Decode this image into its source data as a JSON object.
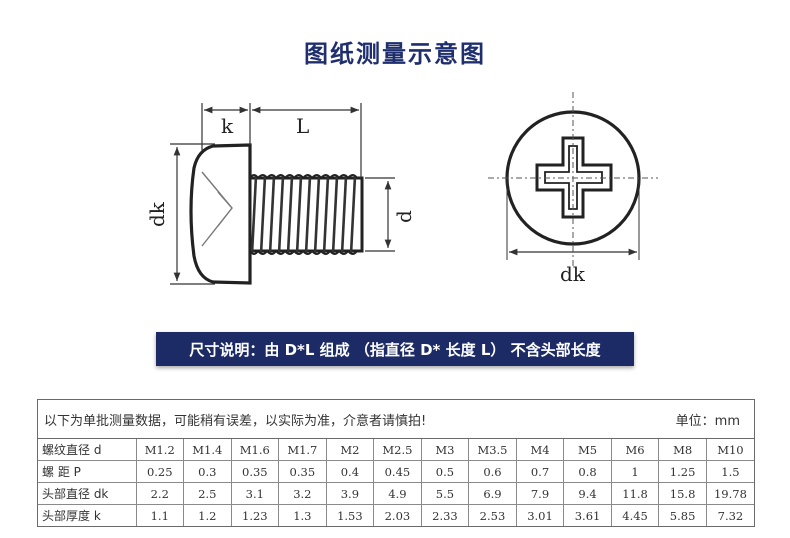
{
  "title": "图纸测量示意图",
  "labels": {
    "k": "k",
    "L": "L",
    "dk_left": "dk",
    "d": "d",
    "dk_right": "dk"
  },
  "note": "尺寸说明：由 D*L 组成 （指直径 D* 长度 L） 不含头部长度",
  "spec": {
    "header_text": "以下为单批测量数据，可能稍有误差，以实际为准，介意者请慎拍!",
    "unit_text": "单位：mm",
    "rows": [
      {
        "label": "螺纹直径 d",
        "values": [
          "M1.2",
          "M1.4",
          "M1.6",
          "M1.7",
          "M2",
          "M2.5",
          "M3",
          "M3.5",
          "M4",
          "M5",
          "M6",
          "M8",
          "M10"
        ]
      },
      {
        "label": "螺  距 P",
        "values": [
          "0.25",
          "0.3",
          "0.35",
          "0.35",
          "0.4",
          "0.45",
          "0.5",
          "0.6",
          "0.7",
          "0.8",
          "1",
          "1.25",
          "1.5"
        ]
      },
      {
        "label": "头部直径 dk",
        "values": [
          "2.2",
          "2.5",
          "3.1",
          "3.2",
          "3.9",
          "4.9",
          "5.5",
          "6.9",
          "7.9",
          "9.4",
          "11.8",
          "15.8",
          "19.78"
        ]
      },
      {
        "label": "头部厚度 k",
        "values": [
          "1.1",
          "1.2",
          "1.23",
          "1.3",
          "1.53",
          "2.03",
          "2.33",
          "2.53",
          "3.01",
          "3.61",
          "4.45",
          "5.85",
          "7.32"
        ]
      }
    ]
  }
}
